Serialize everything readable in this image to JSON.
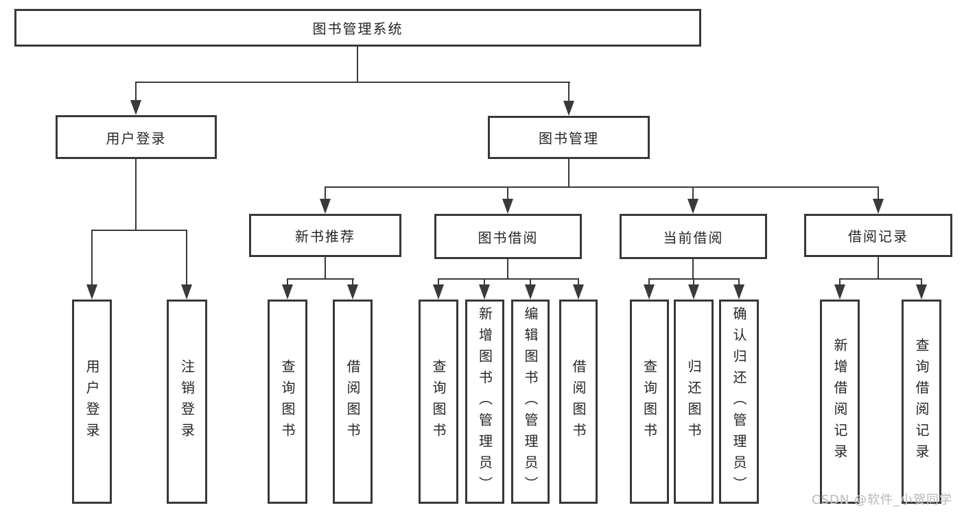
{
  "diagram": {
    "root": "图书管理系统",
    "level2": {
      "user_login": "用户登录",
      "book_mgmt": "图书管理"
    },
    "branches": [
      "新书推荐",
      "图书借阅",
      "当前借阅",
      "借阅记录"
    ],
    "leaves_user_login": [
      "用户登录",
      "注销登录"
    ],
    "leaves_new_book": [
      "查询图书",
      "借阅图书"
    ],
    "leaves_book_borrow": [
      "查询图书",
      "新增图书（管理员）",
      "编辑图书（管理员）",
      "借阅图书"
    ],
    "leaves_current_borrow": [
      "查询图书",
      "归还图书",
      "确认归还（管理员）"
    ],
    "leaves_borrow_record": [
      "新增借阅记录",
      "查询借阅记录"
    ]
  },
  "watermark": "CSDN @软件_小贺同学",
  "colors": {
    "line": "#3a3a3a",
    "border": "#383838",
    "text": "#262626",
    "watermark": "#bdbdbd",
    "background": "#ffffff"
  }
}
